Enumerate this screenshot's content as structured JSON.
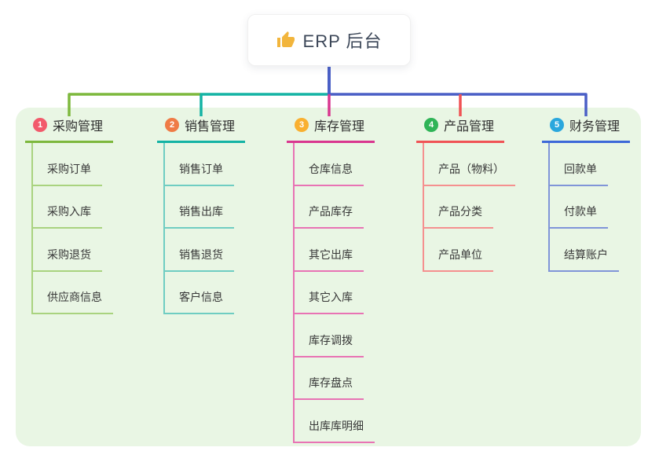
{
  "root": {
    "title": "ERP 后台",
    "icon": "thumbs-up-icon"
  },
  "branches": [
    {
      "index": "1",
      "title": "采购管理",
      "colors": {
        "badge": "#f25a6b",
        "line": "#7db83d",
        "sub_line": "#a9d37f"
      },
      "items": [
        "采购订单",
        "采购入库",
        "采购退货",
        "供应商信息"
      ]
    },
    {
      "index": "2",
      "title": "销售管理",
      "colors": {
        "badge": "#ef7b46",
        "line": "#14b3a4",
        "sub_line": "#6fcdc2"
      },
      "items": [
        "销售订单",
        "销售出库",
        "销售退货",
        "客户信息"
      ]
    },
    {
      "index": "3",
      "title": "库存管理",
      "colors": {
        "badge": "#f9b030",
        "line": "#d9378f",
        "sub_line": "#e873b4"
      },
      "items": [
        "仓库信息",
        "产品库存",
        "其它出库",
        "其它入库",
        "库存调拨",
        "库存盘点",
        "出库库明细"
      ]
    },
    {
      "index": "4",
      "title": "产品管理",
      "colors": {
        "badge": "#2fb457",
        "line": "#f05355",
        "sub_line": "#f5908f"
      },
      "items": [
        "产品（物料）",
        "产品分类",
        "产品单位"
      ]
    },
    {
      "index": "5",
      "title": "财务管理",
      "colors": {
        "badge": "#2aa7dd",
        "line": "#3d68d8",
        "sub_line": "#8095d8"
      },
      "items": [
        "回款单",
        "付款单",
        "结算账户"
      ]
    }
  ],
  "canvas": {
    "panel_background": "#e9f6e4",
    "root_stem_color": "#4a5fc6"
  }
}
